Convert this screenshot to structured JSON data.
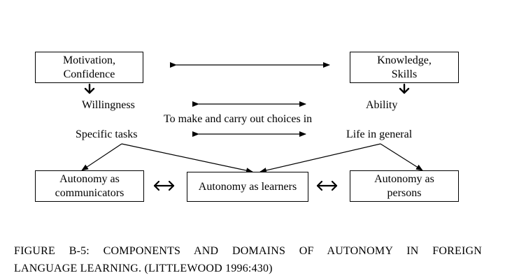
{
  "boxes": {
    "motivation": {
      "line1": "Motivation,",
      "line2": "Confidence"
    },
    "knowledge": {
      "line1": "Knowledge,",
      "line2": "Skills"
    },
    "communicators": {
      "line1": "Autonomy as",
      "line2": "communicators"
    },
    "learners": {
      "line1": "Autonomy as learners"
    },
    "persons": {
      "line1": "Autonomy as",
      "line2": "persons"
    }
  },
  "labels": {
    "willingness": "Willingness",
    "ability": "Ability",
    "choices": "To make and carry out choices in",
    "specific_tasks": "Specific tasks",
    "life_in_general": "Life in general"
  },
  "caption": {
    "line1": "FIGURE B-5: COMPONENTS AND DOMAINS OF AUTONOMY IN FOREIGN",
    "line2": "LANGUAGE LEARNING. (LITTLEWOOD 1996:430)"
  },
  "colors": {
    "ink": "#000000",
    "background": "#ffffff"
  }
}
